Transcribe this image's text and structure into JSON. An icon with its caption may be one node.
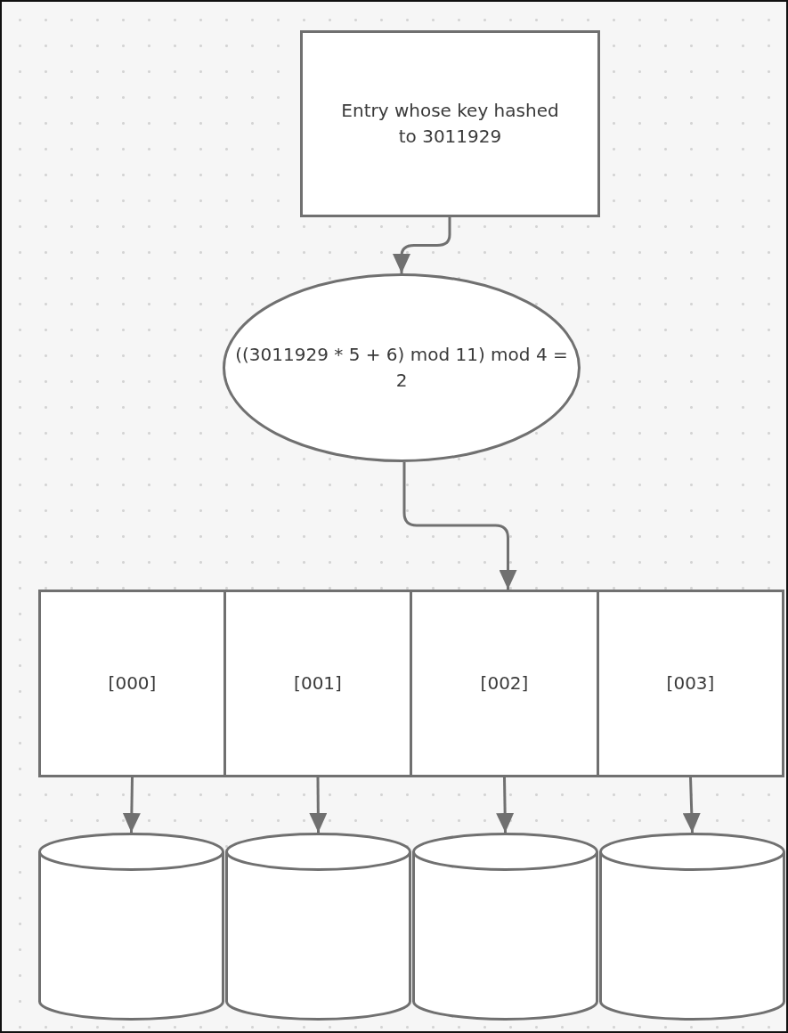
{
  "diagram": {
    "nodes": [
      {
        "text": [
          "Entry whose key hashed to 3011929"
        ]
      },
      {
        "text": [
          "((3011929 * 5 + 6) mod 11) mod 4 = 2"
        ]
      },
      {
        "text": [
          "[000]"
        ]
      },
      {
        "text": [
          "[001]"
        ]
      },
      {
        "text": [
          "[002]"
        ]
      },
      {
        "text": [
          "[003]"
        ]
      },
      {
        "text": [],
        "shape": "cylinder"
      },
      {
        "text": [],
        "shape": "cylinder"
      },
      {
        "text": [],
        "shape": "cylinder"
      },
      {
        "text": [],
        "shape": "cylinder"
      }
    ],
    "edges": [
      {
        "from": 0,
        "to": 1,
        "arrow": "to"
      },
      {
        "from": 1,
        "to": 4,
        "arrow": "to"
      },
      {
        "from": 2,
        "to": 6,
        "arrow": "to"
      },
      {
        "from": 3,
        "to": 7,
        "arrow": "to"
      },
      {
        "from": 4,
        "to": 8,
        "arrow": "to"
      },
      {
        "from": 5,
        "to": 9,
        "arrow": "to"
      }
    ]
  }
}
